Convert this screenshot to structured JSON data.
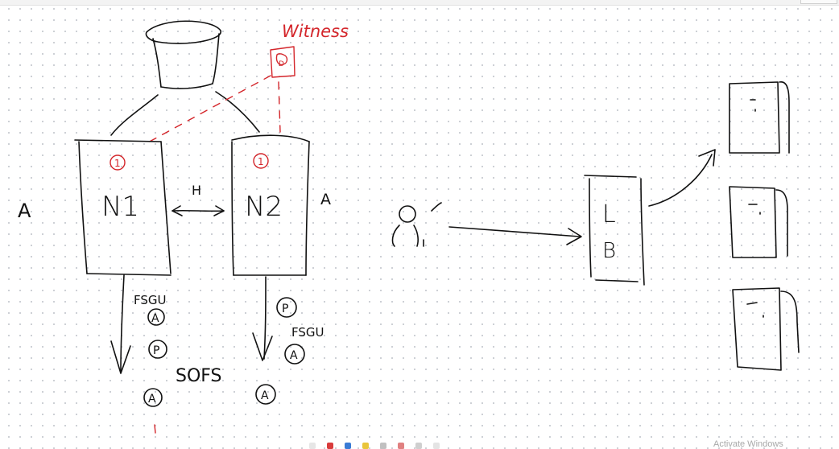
{
  "diagram": {
    "witness_label": "Witness",
    "witness_box_label": "D",
    "node1": {
      "label": "N1",
      "vote": "1",
      "role": "A"
    },
    "node2": {
      "label": "N2",
      "vote": "1",
      "role": "A"
    },
    "heartbeat_label": "H",
    "node1_stack": {
      "fsgu_label": "FSGU",
      "first": "A",
      "second": "P",
      "third": "A",
      "sofs_label": "SOFS"
    },
    "node2_stack": {
      "first": "P",
      "fsgu_label": "FSGU",
      "second": "A",
      "third": "A"
    },
    "load_balancer": {
      "top": "L",
      "bottom": "B"
    }
  },
  "overlay": {
    "watermark": "Activate Windows"
  },
  "colors": {
    "ink": "#111111",
    "witness_red": "#d4262b",
    "grid_dot": "#c9ccd2"
  }
}
